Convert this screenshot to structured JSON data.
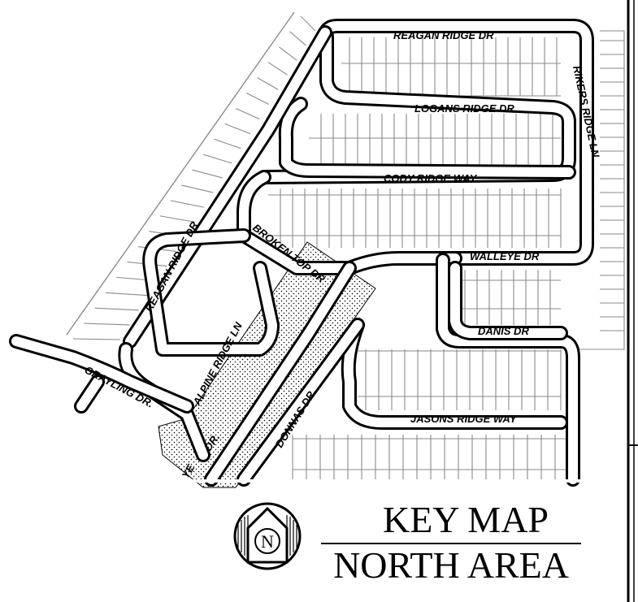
{
  "map": {
    "streets": {
      "reagan_ridge_top": "REAGAN RIDGE DR",
      "logans_ridge": "LOGANS RIDGE DR",
      "rikers_ridge": "RIKERS RIDGE LN",
      "cody_ridge": "CODY RIDGE WAY",
      "walleye": "WALLEYE DR",
      "danis": "DANIS DR",
      "jasons_ridge": "JASONS RIDGE WAY",
      "broken_top": "BROKEN TOP DR",
      "reagan_ridge_left": "REAGAN RIDGE DR",
      "alpine_ridge": "ALPINE RIDGE LN",
      "grayling": "GRAYLING DR.",
      "donnas": "DONNAS DR",
      "dr_fragment": "DR.",
      "cut_fragment": "YE"
    },
    "north_letter": "N",
    "title": {
      "line1": "KEY MAP",
      "line2": "NORTH AREA"
    }
  }
}
